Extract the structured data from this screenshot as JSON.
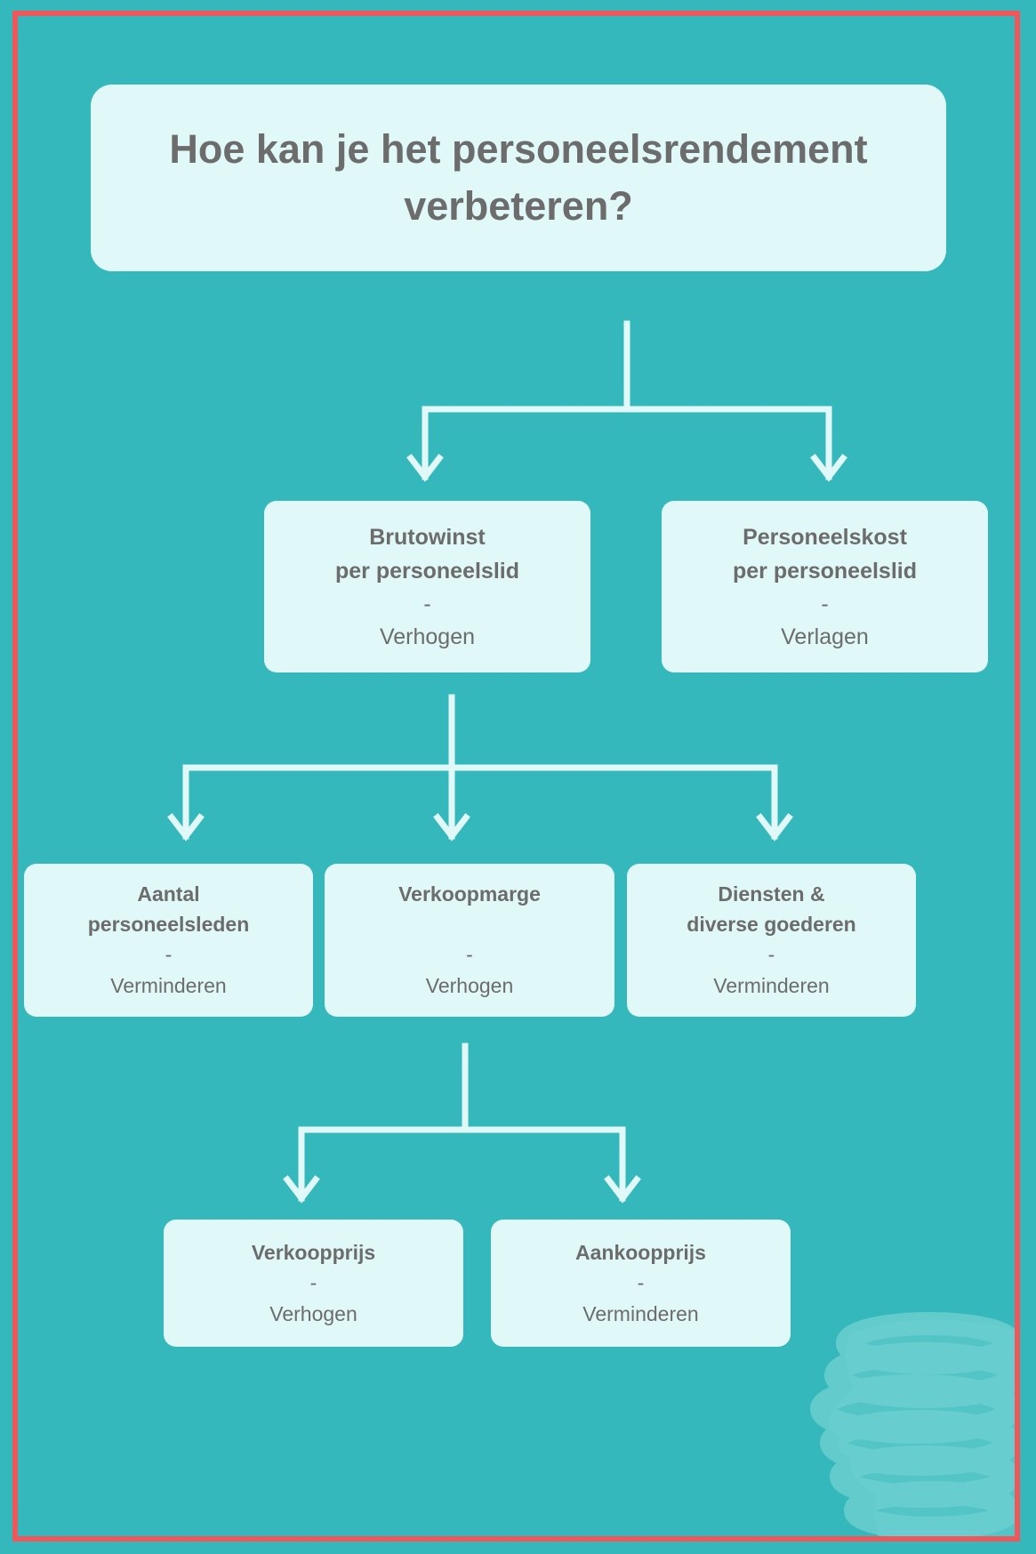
{
  "title": {
    "line1": "Hoe kan je het personeelsrendement",
    "line2": "verbeteren?"
  },
  "colors": {
    "background": "#35b8bb",
    "card": "#e0f8f7",
    "text": "#6c6c6c",
    "border": "#f0575a",
    "connector": "#e0f8f7"
  },
  "level1": {
    "brutowinst": {
      "title1": "Brutowinst",
      "title2": "per personeelslid",
      "dash": "-",
      "action": "Verhogen"
    },
    "personeelskost": {
      "title1": "Personeelskost",
      "title2": "per personeelslid",
      "dash": "-",
      "action": "Verlagen"
    }
  },
  "level2": {
    "aantal": {
      "title1": "Aantal",
      "title2": "personeelsleden",
      "dash": "-",
      "action": "Verminderen"
    },
    "verkoopmarge": {
      "title1": "Verkoopmarge",
      "dash": "-",
      "action": "Verhogen"
    },
    "diensten": {
      "title1": "Diensten &",
      "title2": "diverse goederen",
      "dash": "-",
      "action": "Verminderen"
    }
  },
  "level3": {
    "verkoopprijs": {
      "title1": "Verkoopprijs",
      "dash": "-",
      "action": "Verhogen"
    },
    "aankoopprijs": {
      "title1": "Aankoopprijs",
      "dash": "-",
      "action": "Verminderen"
    }
  }
}
